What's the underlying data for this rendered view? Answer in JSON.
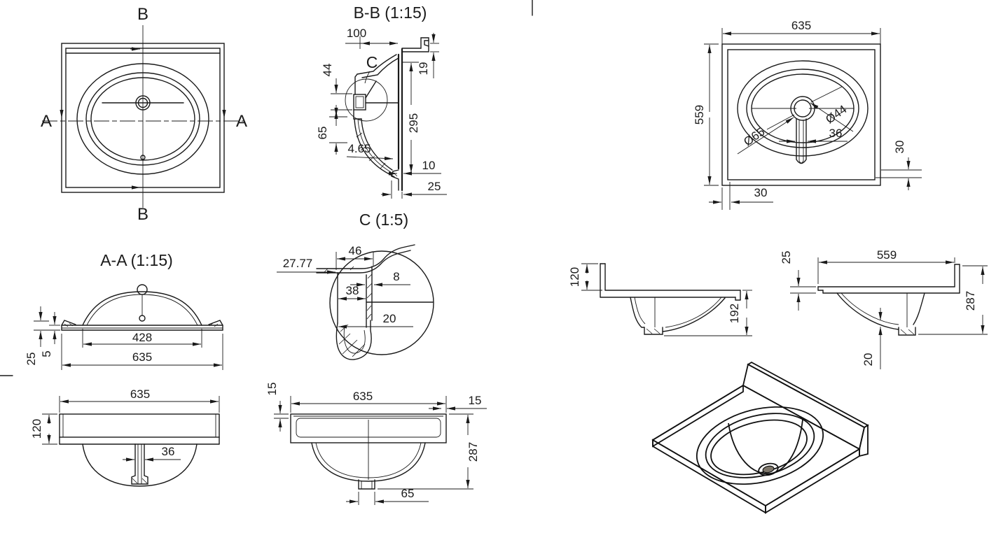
{
  "sheet": {
    "background": "#ffffff",
    "line_color": "#1a1a1a"
  },
  "views": {
    "plan_top": {
      "description": "plan view with section cut marks",
      "labels": {
        "b_top": "B",
        "b_bottom": "B",
        "a_left": "A",
        "a_right": "A"
      }
    },
    "section_bb": {
      "title": "B-B (1:15)",
      "detail_mark": "C",
      "dims": {
        "overhang": "100",
        "overflow_height": "44",
        "rim_thickness": "19",
        "inner_depth": "295",
        "overflow_drop": "65",
        "shell_thickness": "4.65",
        "drain_neck": "10",
        "outlet_width": "25"
      }
    },
    "detail_c": {
      "title": "C (1:5)",
      "dims": {
        "ledge_width": "46",
        "ledge_reach": "27.77",
        "wall_thickness": "8",
        "channel_width": "38",
        "bottom_thickness": "20"
      }
    },
    "plan_bottom": {
      "dims": {
        "width": "635",
        "depth": "559",
        "drain_outer": "Ø65",
        "drain_inner": "Ø44",
        "rib_width": "36",
        "offset_right": "30",
        "offset_bottom": "30"
      }
    },
    "section_aa": {
      "title": "A-A (1:15)",
      "dims": {
        "bowl_width": "428",
        "total_width": "635",
        "rim_height": "25",
        "plate_thickness": "5"
      }
    },
    "front_view": {
      "dims": {
        "width": "635",
        "slab_height": "120",
        "drain_width": "36"
      }
    },
    "front_section": {
      "dims": {
        "lip_left": "15",
        "width": "635",
        "lip_right": "15",
        "total_height": "287",
        "outlet_width": "65"
      }
    },
    "side_view_a": {
      "dims": {
        "splash_height": "120",
        "bowl_depth": "192"
      }
    },
    "side_view_b": {
      "dims": {
        "slab_thickness": "25",
        "depth": "559",
        "total_height": "287",
        "shell_bottom": "20"
      }
    },
    "iso": {
      "colors": {
        "top": "#b3aa9a",
        "wall_front": "#c8c0b1",
        "dark_side": "#8b8375",
        "edge": "#a49c8d",
        "edge2": "#998f80",
        "bowl_light": "#dedacf",
        "bowl_mid": "#b6ae9f",
        "drain_dark": "#7d766a",
        "outline": "#101010"
      }
    }
  }
}
